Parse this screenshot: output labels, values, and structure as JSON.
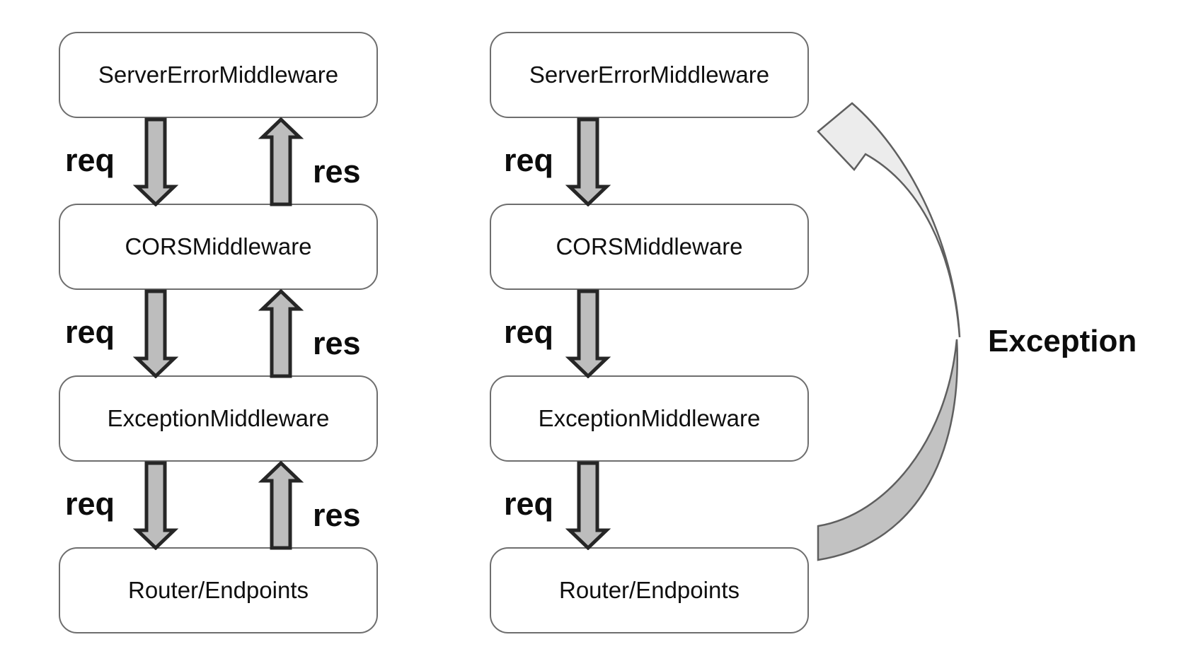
{
  "left_column": {
    "boxes": [
      {
        "label": "ServerErrorMiddleware"
      },
      {
        "label": "CORSMiddleware"
      },
      {
        "label": "ExceptionMiddleware"
      },
      {
        "label": "Router/Endpoints"
      }
    ],
    "edges": [
      {
        "req": "req",
        "res": "res"
      },
      {
        "req": "req",
        "res": "res"
      },
      {
        "req": "req",
        "res": "res"
      }
    ]
  },
  "right_column": {
    "boxes": [
      {
        "label": "ServerErrorMiddleware"
      },
      {
        "label": "CORSMiddleware"
      },
      {
        "label": "ExceptionMiddleware"
      },
      {
        "label": "Router/Endpoints"
      }
    ],
    "edges": [
      {
        "req": "req"
      },
      {
        "req": "req"
      },
      {
        "req": "req"
      }
    ]
  },
  "exception": {
    "label": "Exception"
  },
  "icons": {
    "req_arrow": "down-arrow",
    "res_arrow": "up-arrow",
    "exception_arrow": "curved-sweep-arrow-up-left"
  },
  "colors": {
    "background": "#ffffff",
    "box_fill": "#ffffff",
    "box_border": "#6e6e6e",
    "arrow_fill": "#bdbdbd",
    "arrow_outline": "#262626",
    "exception_arrow_top_fill": "#ececec",
    "exception_arrow_bottom_fill": "#c2c2c2",
    "exception_arrow_outline": "#5f5f5f",
    "text": "#0c0c0c"
  }
}
